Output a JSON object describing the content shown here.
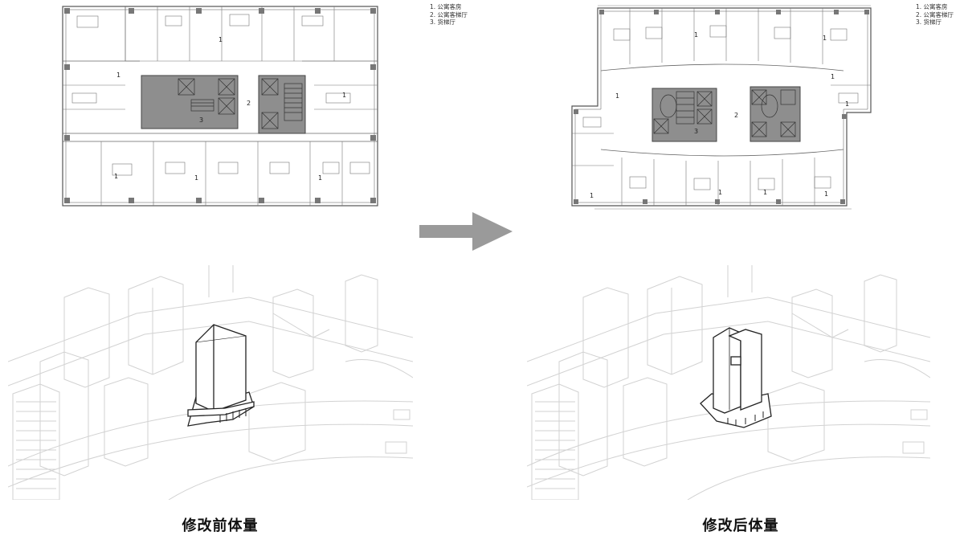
{
  "legend": {
    "items": [
      "1. 公寓客房",
      "2. 公寓客梯厅",
      "3. 货梯厅"
    ]
  },
  "plan_before": {
    "room_labels": [
      "1",
      "1",
      "1",
      "1",
      "1",
      "1",
      "2",
      "3"
    ]
  },
  "plan_after": {
    "room_labels": [
      "1",
      "1",
      "1",
      "1",
      "1",
      "1",
      "1",
      "1",
      "1",
      "2",
      "3"
    ]
  },
  "captions": {
    "before": "修改前体量",
    "after": "修改后体量"
  },
  "colors": {
    "core_fill": "#8e8e8e",
    "arrow_fill": "#9a9a9a",
    "line": "#555555",
    "context_line": "#cfcfcf"
  }
}
